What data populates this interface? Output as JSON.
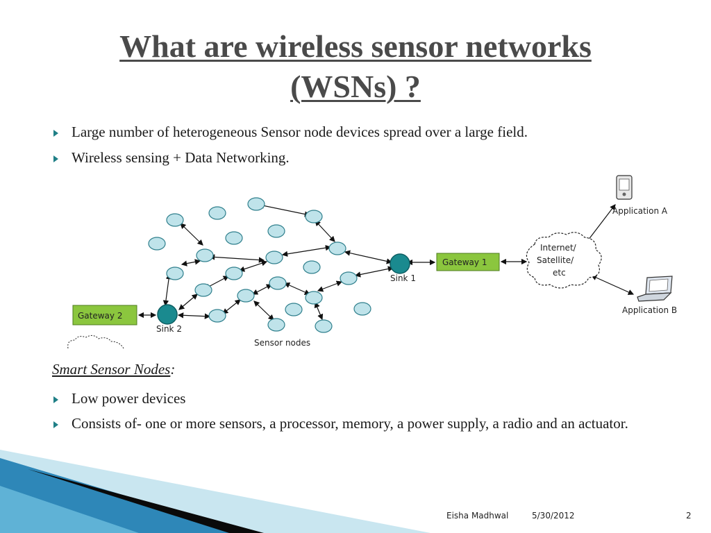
{
  "slide": {
    "title_line1": "What are wireless sensor networks",
    "title_line2": "(WSNs) ?",
    "bullets_top": [
      "Large number of heterogeneous Sensor node devices spread over a large field.",
      "Wireless sensing +  Data Networking."
    ],
    "subhead": "Smart Sensor Nodes",
    "subhead_suffix": ":",
    "bullets_bottom": [
      "Low power devices",
      "Consists of- one or more sensors, a processor, memory, a power supply, a radio and an actuator."
    ]
  },
  "diagram": {
    "gateway1": "Gateway 1",
    "gateway2": "Gateway 2",
    "sink1": "Sink 1",
    "sink2": "Sink 2",
    "sensor_nodes": "Sensor nodes",
    "internet_line1": "Internet/",
    "internet_line2": "Satellite/",
    "internet_line3": "etc",
    "app_a": "Application A",
    "app_b": "Application B",
    "icons": [
      "pda-icon",
      "laptop-icon"
    ],
    "colors": {
      "node": "#bfe3ea",
      "sink": "#1a8a8f",
      "gateway": "#8bc63e"
    }
  },
  "footer": {
    "author": "Eisha Madhwal",
    "date": "5/30/2012",
    "page": "2"
  }
}
